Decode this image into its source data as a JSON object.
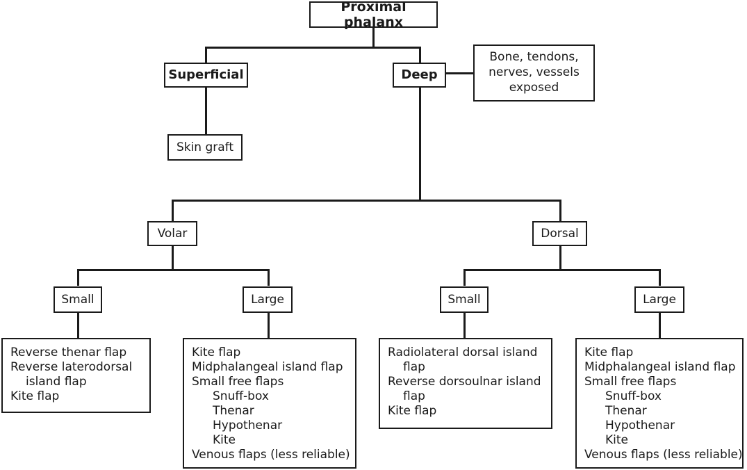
{
  "diagram": {
    "title": "Proximal phalanx",
    "root": {
      "label": "Proximal phalanx"
    },
    "level1": {
      "superficial": {
        "label": "Superficial"
      },
      "deep": {
        "label": "Deep"
      },
      "exposed_note": {
        "line1": "Bone, tendons,",
        "line2": "nerves, vessels",
        "line3": "exposed"
      }
    },
    "superficial_result": {
      "label": "Skin graft"
    },
    "level2": {
      "volar": {
        "label": "Volar"
      },
      "dorsal": {
        "label": "Dorsal"
      }
    },
    "level3": {
      "volar_small": {
        "label": "Small"
      },
      "volar_large": {
        "label": "Large"
      },
      "dorsal_small": {
        "label": "Small"
      },
      "dorsal_large": {
        "label": "Large"
      }
    },
    "leaves": {
      "volar_small_options": [
        "Reverse thenar flap",
        "Reverse laterodorsal",
        "island flap",
        "Kite flap"
      ],
      "volar_large_options": [
        "Kite flap",
        "Midphalangeal island flap",
        "Small free flaps",
        "Snuff-box",
        "Thenar",
        "Hypothenar",
        "Kite",
        "Venous flaps (less reliable)"
      ],
      "dorsal_small_options": [
        "Radiolateral dorsal island",
        "flap",
        "Reverse dorsoulnar island",
        "flap",
        "Kite flap"
      ],
      "dorsal_large_options": [
        "Kite flap",
        "Midphalangeal island flap",
        "Small free flaps",
        "Snuff-box",
        "Thenar",
        "Hypothenar",
        "Kite",
        "Venous flaps (less reliable)"
      ]
    },
    "colors": {
      "stroke": "#1a1a1a",
      "background": "#ffffff",
      "text": "#1a1a1a"
    }
  }
}
